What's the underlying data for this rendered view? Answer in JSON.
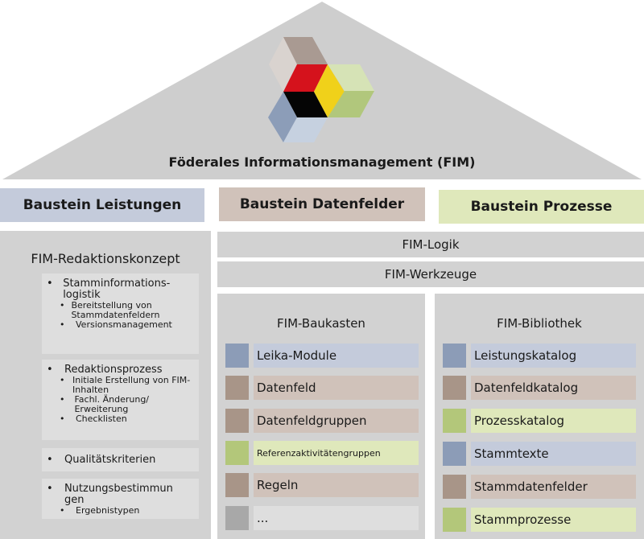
{
  "colors": {
    "blue": "#8c9cb7",
    "blue_light": "#c4cbdb",
    "brown": "#a89588",
    "brown_light": "#d0c2ba",
    "green": "#b3c77a",
    "green_light": "#dfe8bb",
    "gray": "#a8a8a8",
    "gray_light": "#dedede",
    "panel": "#d2d2d2",
    "roof": "#cecece"
  },
  "roof": {
    "title": "Föderales Informationsmanagement (FIM)",
    "logo": "fim-cube-logo"
  },
  "bausteine": [
    {
      "label": "Baustein Leistungen",
      "color": "blue"
    },
    {
      "label": "Baustein Datenfelder",
      "color": "brown"
    },
    {
      "label": "Baustein Prozesse",
      "color": "green"
    }
  ],
  "redaktion": {
    "title": "FIM-Redaktionskonzept",
    "items": [
      {
        "label": "Stamminformations-logistik",
        "sub": [
          "Bereitstellung von Stammdatenfeldern",
          "Versionsmanagement"
        ]
      },
      {
        "label": "Redaktionsprozess",
        "sub": [
          "Initiale Erstellung von FIM-Inhalten",
          "Fachl. Änderung/ Erweiterung",
          "Checklisten"
        ]
      },
      {
        "label": "Qualitätskriterien",
        "sub": []
      },
      {
        "label": "Nutzungsbestimmun gen",
        "sub": [
          "Ergebnistypen"
        ]
      }
    ]
  },
  "logik": "FIM-Logik",
  "werkzeuge": "FIM-Werkzeuge",
  "baukasten": {
    "title": "FIM-Baukasten",
    "items": [
      {
        "label": "Leika-Module",
        "color": "blue"
      },
      {
        "label": "Datenfeld",
        "color": "brown"
      },
      {
        "label": "Datenfeldgruppen",
        "color": "brown"
      },
      {
        "label": "Referenzaktivitätengruppen",
        "color": "green"
      },
      {
        "label": "Regeln",
        "color": "brown"
      },
      {
        "label": "...",
        "color": "gray"
      }
    ]
  },
  "bibliothek": {
    "title": "FIM-Bibliothek",
    "items": [
      {
        "label": "Leistungskatalog",
        "color": "blue"
      },
      {
        "label": "Datenfeldkatalog",
        "color": "brown"
      },
      {
        "label": "Prozesskatalog",
        "color": "green"
      },
      {
        "label": "Stammtexte",
        "color": "blue"
      },
      {
        "label": "Stammdatenfelder",
        "color": "brown"
      },
      {
        "label": "Stammprozesse",
        "color": "green"
      }
    ]
  }
}
